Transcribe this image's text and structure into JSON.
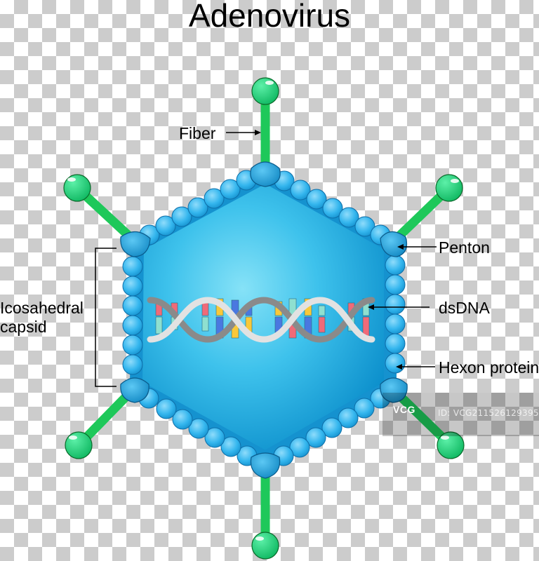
{
  "title": "Adenovirus",
  "labels": {
    "fiber": "Fiber",
    "penton": "Penton",
    "dsdna": "dsDNA",
    "hexon": "Hexon protein",
    "capsid_line1": "Icosahedral",
    "capsid_line2": "capsid"
  },
  "watermark": {
    "logo": "VCG",
    "id": "ID: VCG211526129395"
  },
  "colors": {
    "capsid_fill": "#19a8e0",
    "capsid_light": "#7fdcf5",
    "hexon_bead": "#3cbcf0",
    "penton": "#1aa3dc",
    "fiber_green": "#1ec85a",
    "fiber_knob": "#1ed882",
    "dna_backbone": "#d8d8d8",
    "dna_red": "#f06a78",
    "dna_yellow": "#f8c83a",
    "dna_blue": "#4a78e0",
    "dna_teal": "#8ee0d0",
    "checker_gray": "#cccccc"
  }
}
